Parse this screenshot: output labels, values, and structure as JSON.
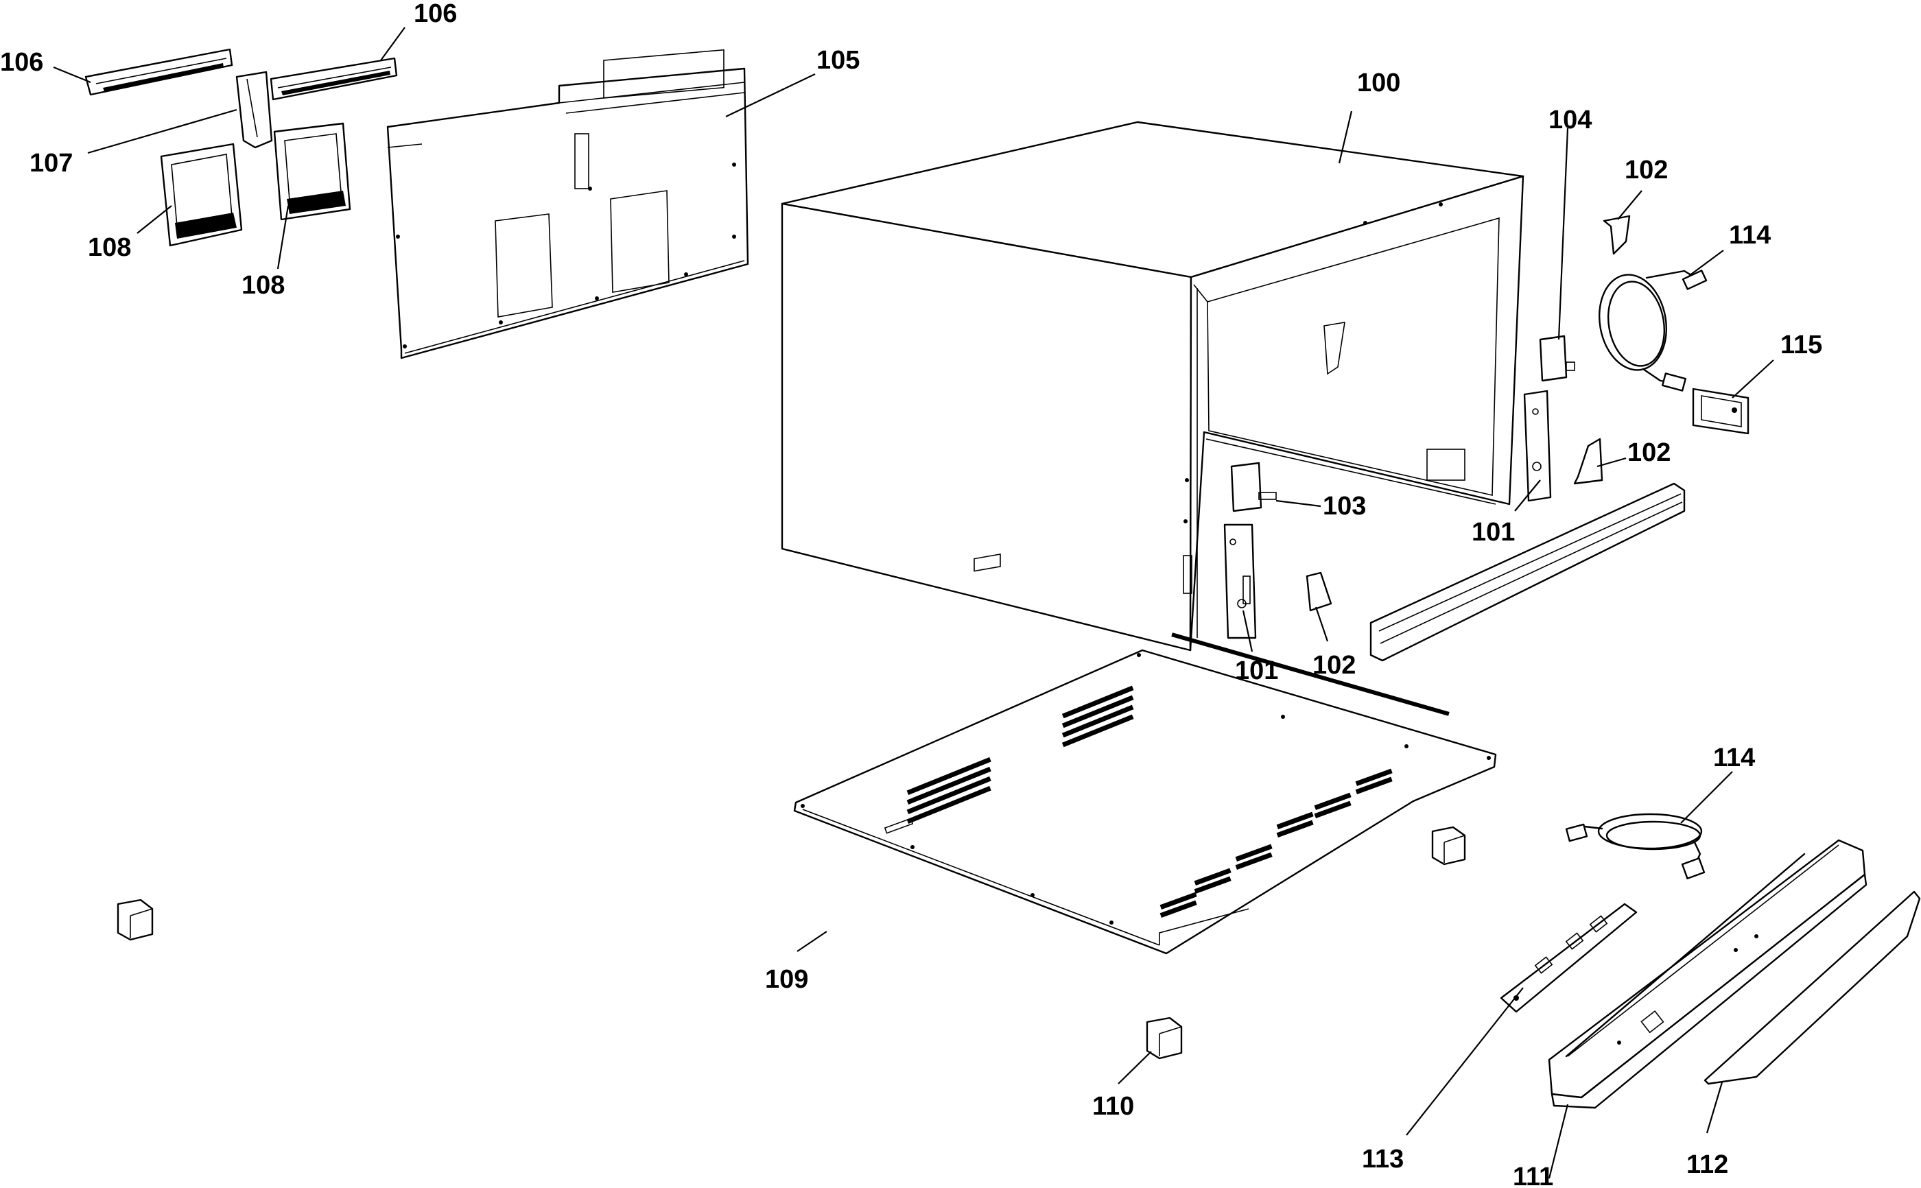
{
  "callouts": {
    "c100": "100",
    "c101a": "101",
    "c101b": "101",
    "c102a": "102",
    "c102b": "102",
    "c102c": "102",
    "c103": "103",
    "c104": "104",
    "c105": "105",
    "c106a": "106",
    "c106b": "106",
    "c107": "107",
    "c108a": "108",
    "c108b": "108",
    "c109": "109",
    "c110": "110",
    "c111": "111",
    "c112": "112",
    "c113": "113",
    "c114a": "114",
    "c114b": "114",
    "c115": "115"
  }
}
